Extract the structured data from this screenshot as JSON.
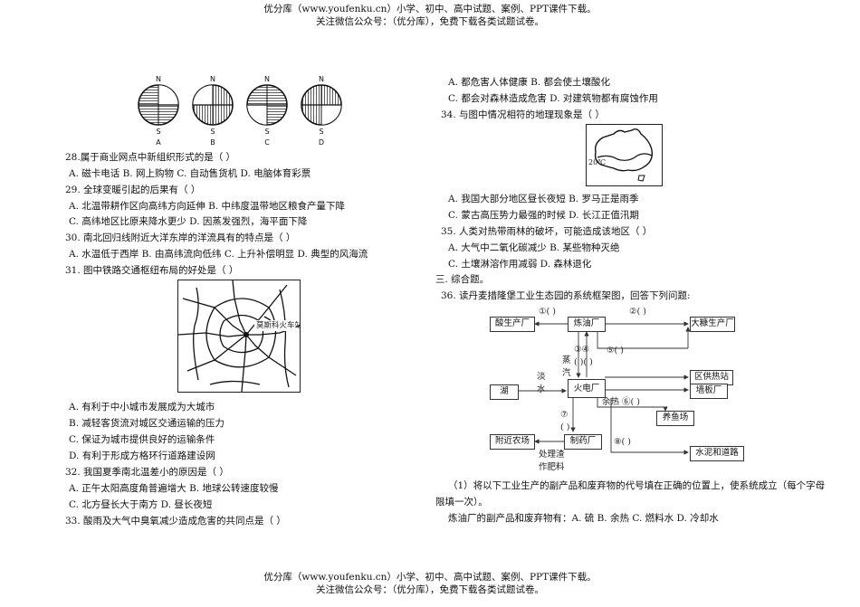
{
  "header": {
    "line1": "优分库（www.youfenku.cn）小学、初中、高中试题、案例、PPT课件下载。",
    "line2": "关注微信公众号：（优分库），免费下载各类试题试卷。"
  },
  "footer": {
    "line1": "优分库（www.youfenku.cn）小学、初中、高中试题、案例、PPT课件下载。",
    "line2": "关注微信公众号：（优分库），免费下载各类试题试卷。"
  },
  "globes": {
    "north": "N",
    "south": "S",
    "labels": [
      "A",
      "B",
      "C",
      "D"
    ]
  },
  "left": {
    "q28": "28.属于商业网点中新组织形式的是（   ）",
    "q28_opts": "A. 磁卡电话    B. 网上购物    C. 自动售货机    D. 电脑体育彩票",
    "q29": "29. 全球变暖引起的后果有（   ）",
    "q29_a": "A. 北温带耕作区向高纬方向延伸    B. 中纬度温带地区粮食产量下降",
    "q29_b": "C. 高纬地区比原来降水更少        D. 因蒸发强烈，海平面下降",
    "q30": "30. 南北回归线附近大洋东岸的洋流具有的特点是（   ）",
    "q30_opts": "A. 水温低于西岸    B. 由高纬流向低纬    C. 上升补偿明显    D. 典型的风海流",
    "q31": "31. 图中铁路交通枢纽布局的好处是（   ）",
    "map_label": "莫斯科火车站",
    "q31_a": "A. 有利于中小城市发展成为大城市",
    "q31_b": "B. 减轻客货流对城区交通运输的压力",
    "q31_c": "C. 保证为城市提供良好的运输条件",
    "q31_d": "D. 有利于形成方格环行道路建设网",
    "q32": "32. 我国夏季南北温差小的原因是（   ）",
    "q32_a": "A. 正午太阳高度角普遍增大    B. 地球公转速度较慢",
    "q32_b": "C. 北方昼长大于南方          D. 昼长夜短",
    "q33": "33. 酸雨及大气中臭氧减少造成危害的共同点是（   ）"
  },
  "right": {
    "q33_a": "A. 都危害人体健康        B. 都会使土壤酸化",
    "q33_b": "C. 都会对森林造成危害    D. 对建筑物都有腐蚀作用",
    "q34": "34. 与图中情况相符的地理现象是（     ）",
    "aus_label": "20℃",
    "q34_a": "A. 我国大部分地区昼长夜短    B. 罗马正是雨季",
    "q34_b": "C. 蒙古高压势力最强的时候    D. 长江正值汛期",
    "q35": "35. 人类对热带雨林的破坏，可能造成该地区（     ）",
    "q35_a": "A. 大气中二氧化碳减少    B. 某些物种灭绝",
    "q35_b": "C. 土壤淋溶作用减弱      D. 森林退化",
    "section3": "三. 综合题。",
    "q36": "36. 读丹麦措隆堡工业生态园的系统框架图，回答下列问题:",
    "q36_1a": "（1）将以下工业生产的副产品和废弃物的代号填在正确的位置上，使系统成立（每个字母",
    "q36_1b": "限填一次）。",
    "q36_1c": "炼油厂的副产品和废弃物有：A. 硫  B. 余热  C. 燃料水  D. 冷却水"
  },
  "diagram": {
    "acid": "酸生产厂",
    "refinery": "炼油厂",
    "gypsum": "大糠生产厂",
    "lake": "湖",
    "power": "火电厂",
    "heating": "区供热站",
    "board": "墙板厂",
    "fishfarm": "养鱼场",
    "farm": "附近农场",
    "pharma": "制药厂",
    "cement": "水泥和道路",
    "l1": "①(    )",
    "l2": "②(    )",
    "l3": "③④",
    "l34": "( )( )",
    "l5": "⑤(  )",
    "l6": "余热 ⑥(  )",
    "l7": "⑦",
    "l7b": "(  )",
    "l8": "⑧(    )",
    "fresh": "淡",
    "water": "水",
    "steam1": "蒸",
    "steam2": "汽",
    "waste1": "处理渣",
    "waste2": "作肥料"
  }
}
